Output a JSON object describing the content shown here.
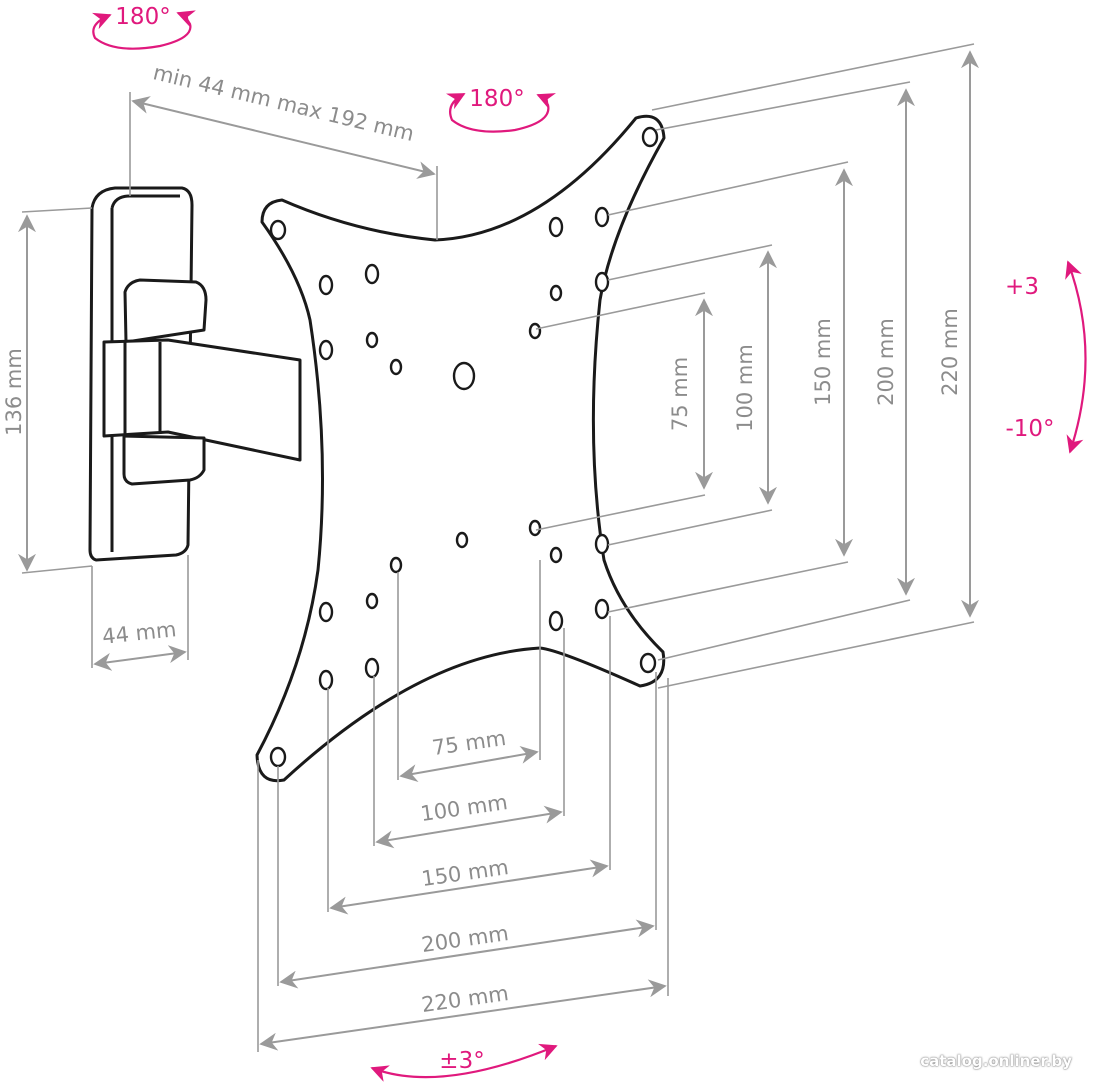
{
  "colors": {
    "accent": "#e0197d",
    "dimension": "#9a9a9a",
    "outline": "#1a1a1a"
  },
  "labels": {
    "top_rotation": "180°",
    "arm_rotation": "180°",
    "arm_extension": "min 44 mm max 192 mm",
    "wall_plate_height": "136 mm",
    "wall_plate_width": "44 mm",
    "tilt_up": "+3",
    "tilt_down": "-10°",
    "swivel": "±3°"
  },
  "vertical_dims": [
    "75 mm",
    "100 mm",
    "150 mm",
    "200 mm",
    "220 mm"
  ],
  "horizontal_dims": [
    "75 mm",
    "100 mm",
    "150 mm",
    "200 mm",
    "220 mm"
  ],
  "watermark": "catalog.onliner.by"
}
